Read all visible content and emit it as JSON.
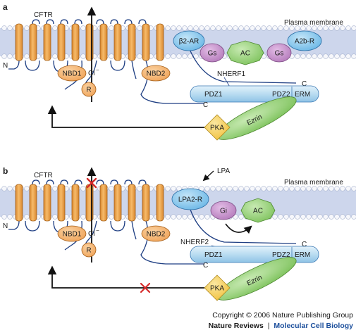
{
  "panels": [
    {
      "letter": "a",
      "cftr": "CFTR",
      "membrane": "Plasma membrane",
      "n_terminus": "N",
      "nbd1": "NBD1",
      "chloride": "Cl",
      "chloride_charge": "−",
      "r_domain": "R",
      "nbd2": "NBD2",
      "receptor_left": "β2-AR",
      "g_left": "Gs",
      "ac": "AC",
      "g_right": "Gs",
      "receptor_right": "A2b-R",
      "nherf": "NHERF1",
      "pdz1": "PDZ1",
      "pdz2": "PDZ2",
      "erm": "ERM",
      "c_term_receptor": "C",
      "c_term_cftr": "C",
      "pka": "PKA",
      "ezrin": "Ezrin"
    },
    {
      "letter": "b",
      "cftr": "CFTR",
      "membrane": "Plasma membrane",
      "n_terminus": "N",
      "nbd1": "NBD1",
      "chloride": "Cl",
      "chloride_charge": "−",
      "r_domain": "R",
      "nbd2": "NBD2",
      "ligand": "LPA",
      "receptor": "LPA2-R",
      "gi": "Gi",
      "ac": "AC",
      "nherf": "NHERF2",
      "pdz1": "PDZ1",
      "pdz2": "PDZ2",
      "erm": "ERM",
      "c_term_receptor": "C",
      "c_term_cftr": "C",
      "pka": "PKA",
      "ezrin": "Ezrin"
    }
  ],
  "credit": {
    "copyright": "Copyright © 2006 Nature Publishing Group",
    "journal_bold": "Nature Reviews",
    "separator": "|",
    "journal_sub": "Molecular Cell Biology"
  },
  "colors": {
    "band": "#cdd6ec",
    "helix": "#f0a94f",
    "nbd": "#f5b06e",
    "receptor": "#7fc2ec",
    "gprotein": "#c68ccc",
    "ac": "#8fce6f",
    "pdz_bar": "#bfe0f3",
    "pka": "#f6cf57",
    "ezrin": "#8fce6f",
    "block": "#d62b2b",
    "link": "#1f3f83"
  }
}
